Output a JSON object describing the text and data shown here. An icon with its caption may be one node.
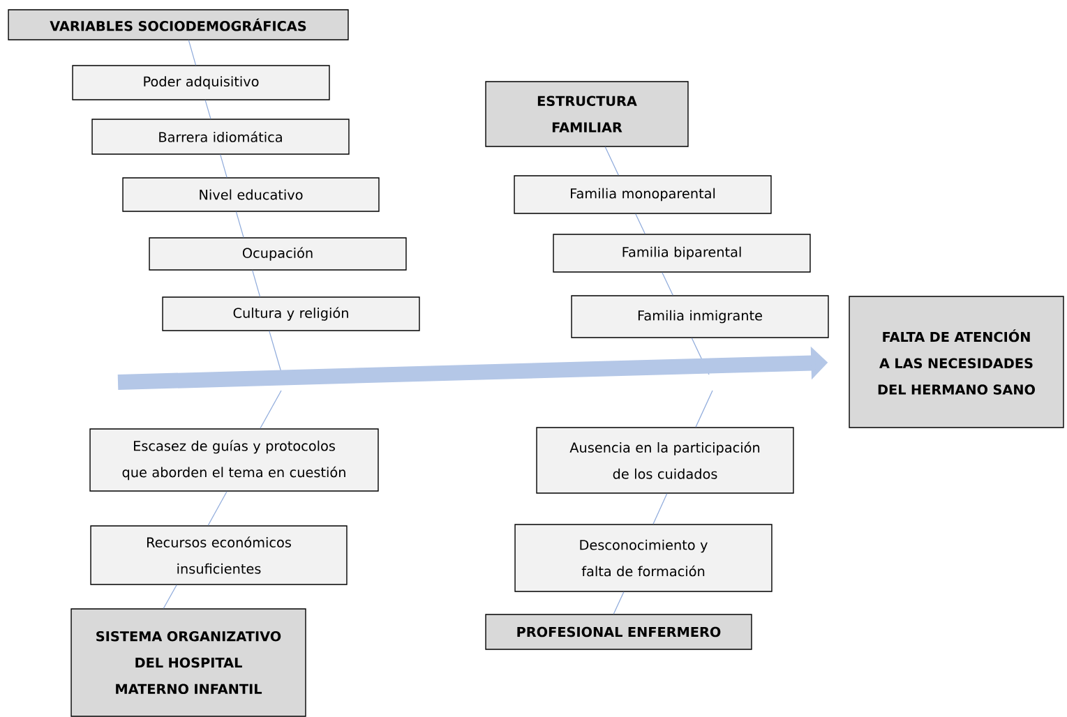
{
  "diagram": {
    "nodes": [
      {
        "text": [
          "VARIABLES SOCIODEMOGRÁFICAS"
        ]
      },
      {
        "text": [
          "Poder adquisitivo"
        ]
      },
      {
        "text": [
          "Barrera idiomática"
        ]
      },
      {
        "text": [
          "Nivel educativo"
        ]
      },
      {
        "text": [
          "Ocupación"
        ]
      },
      {
        "text": [
          "Cultura y religión"
        ]
      },
      {
        "text": [
          "ESTRUCTURA FAMILIAR"
        ]
      },
      {
        "text": [
          "Familia monoparental"
        ]
      },
      {
        "text": [
          "Familia biparental"
        ]
      },
      {
        "text": [
          "Familia inmigrante"
        ]
      },
      {
        "text": [
          "FALTA DE ATENCIÓN A LAS NECESIDADES DEL HERMANO SANO"
        ]
      },
      {
        "text": [
          "Escasez de guías y protocolos que aborden el tema en cuestión"
        ]
      },
      {
        "text": [
          "Ausencia en la participación de los cuidados"
        ]
      },
      {
        "text": [
          "Recursos económicos insuficientes"
        ]
      },
      {
        "text": [
          "Desconocimiento y falta de formación"
        ]
      },
      {
        "text": [
          "SISTEMA ORGANIZATIVO DEL HOSPITAL MATERNO INFANTIL"
        ]
      },
      {
        "text": [
          "PROFESIONAL ENFERMERO"
        ]
      }
    ],
    "edges": [
      {
        "from": 0,
        "to": 1,
        "arrow": "none"
      },
      {
        "from": 1,
        "to": 2,
        "arrow": "none"
      },
      {
        "from": 2,
        "to": 3,
        "arrow": "none"
      },
      {
        "from": 3,
        "to": 4,
        "arrow": "none"
      },
      {
        "from": 4,
        "to": 5,
        "arrow": "none"
      },
      {
        "from": 5,
        "to": null,
        "arrow": "none"
      },
      {
        "from": 6,
        "to": 7,
        "arrow": "none"
      },
      {
        "from": 7,
        "to": 8,
        "arrow": "none"
      },
      {
        "from": 8,
        "to": 9,
        "arrow": "none"
      },
      {
        "from": 9,
        "to": null,
        "arrow": "none"
      },
      {
        "from": null,
        "to": 10,
        "arrow": "to",
        "style": "thick",
        "color": "#b4c7e7"
      },
      {
        "from": null,
        "to": 11,
        "arrow": "none"
      },
      {
        "from": 11,
        "to": 13,
        "arrow": "none"
      },
      {
        "from": 13,
        "to": 15,
        "arrow": "none"
      },
      {
        "from": null,
        "to": 12,
        "arrow": "none"
      },
      {
        "from": 12,
        "to": 14,
        "arrow": "none"
      },
      {
        "from": 14,
        "to": 16,
        "arrow": "none"
      }
    ]
  }
}
